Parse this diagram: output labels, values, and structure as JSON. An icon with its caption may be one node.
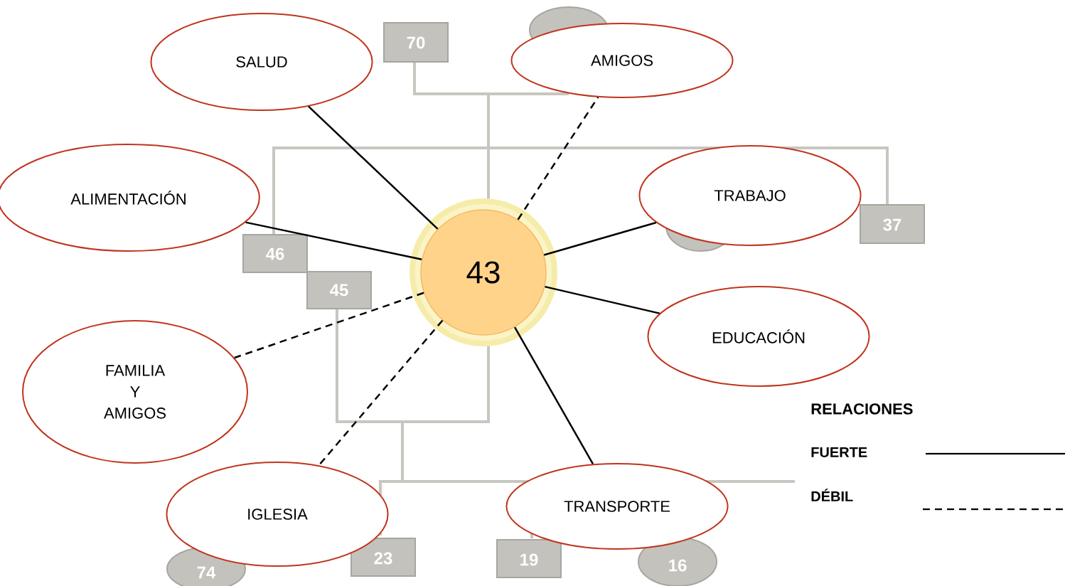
{
  "diagram": {
    "nodes": [
      {
        "text": [
          "43"
        ]
      },
      {
        "text": [
          "SALUD"
        ]
      },
      {
        "text": [
          "AMIGOS"
        ]
      },
      {
        "text": [
          "ALIMENTACIÓN"
        ]
      },
      {
        "text": [
          "TRABAJO"
        ]
      },
      {
        "text": [
          "EDUCACIÓN"
        ]
      },
      {
        "text": [
          "FAMILIA Y AMIGOS"
        ]
      },
      {
        "text": [
          "IGLESIA"
        ]
      },
      {
        "text": [
          "TRANSPORTE"
        ]
      }
    ],
    "edges": [
      {
        "from": 0,
        "to": 1,
        "arrow": "none"
      },
      {
        "from": 0,
        "to": 2,
        "arrow": "none",
        "style": "dashed"
      },
      {
        "from": 0,
        "to": 3,
        "arrow": "none"
      },
      {
        "from": 0,
        "to": 4,
        "arrow": "none"
      },
      {
        "from": 0,
        "to": 5,
        "arrow": "none"
      },
      {
        "from": 0,
        "to": 6,
        "arrow": "none",
        "style": "dashed"
      },
      {
        "from": 0,
        "to": 7,
        "arrow": "none",
        "style": "dashed"
      },
      {
        "from": 0,
        "to": 8,
        "arrow": "none"
      }
    ],
    "labels": [
      "70",
      "46",
      "37",
      "45",
      "RELACIONES",
      "23",
      "19",
      "16",
      "74"
    ],
    "legend": [
      {
        "text": "FUERTE"
      },
      {
        "text": "DÉBIL"
      }
    ]
  }
}
